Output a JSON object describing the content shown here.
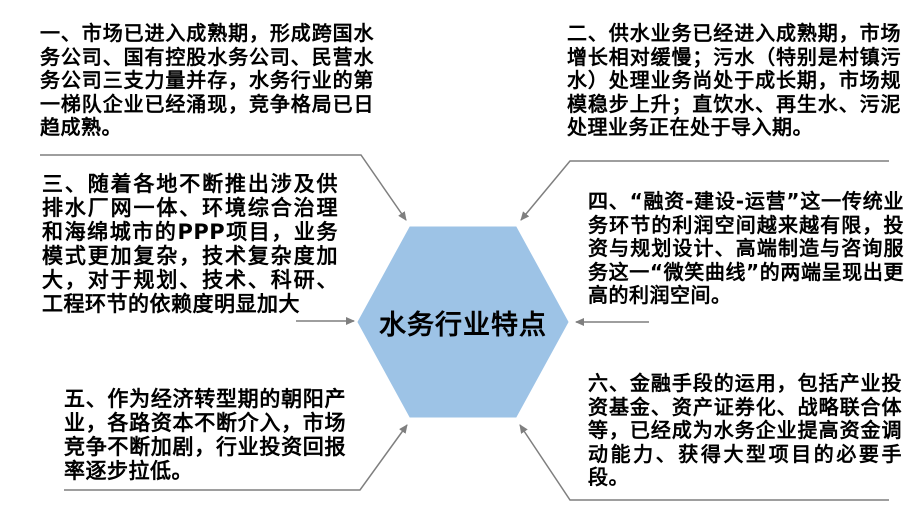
{
  "theme": {
    "hex-fill": "#9DC3E6",
    "line-color": "#7F7F7F",
    "text-color": "#000000"
  },
  "diagram": {
    "center": {
      "label": "水务行业特点"
    },
    "callouts": [
      {
        "id": "1",
        "text": "一、市场已进入成熟期，形成跨国水务公司、国有控股水务公司、民营水务公司三支力量并存，水务行业的第一梯队企业已经涌现，竞争格局已日趋成熟。"
      },
      {
        "id": "2",
        "text": "二、供水业务已经进入成熟期，市场增长相对缓慢；污水（特别是村镇污水）处理业务尚处于成长期，市场规模稳步上升；直饮水、再生水、污泥处理业务正在处于导入期。"
      },
      {
        "id": "3",
        "text": "三、随着各地不断推出涉及供排水厂网一体、环境综合治理和海绵城市的PPP项目，业务模式更加复杂，技术复杂度加大，对于规划、技术、科研、工程环节的依赖度明显加大"
      },
      {
        "id": "4",
        "text": "四、“融资-建设-运营”这一传统业务环节的利润空间越来越有限，投资与规划设计、高端制造与咨询服务这一“微笑曲线”的两端呈现出更高的利润空间。"
      },
      {
        "id": "5",
        "text": "五、作为经济转型期的朝阳产业，各路资本不断介入，市场竞争不断加剧，行业投资回报率逐步拉低。"
      },
      {
        "id": "6",
        "text": "六、金融手段的运用，包括产业投资基金、资产证券化、战略联合体等，已经成为水务企业提高资金调动能力、获得大型项目的必要手段。"
      }
    ]
  }
}
